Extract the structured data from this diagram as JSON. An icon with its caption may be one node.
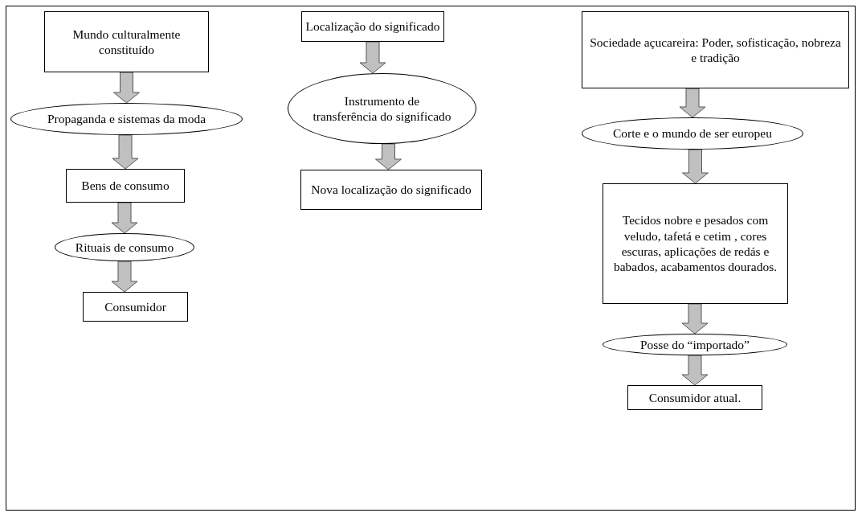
{
  "diagram": {
    "nodes": [
      {
        "text": [
          "Mundo culturalmente constituído"
        ]
      },
      {
        "text": [
          "Propaganda e sistemas da moda"
        ]
      },
      {
        "text": [
          "Bens de consumo"
        ]
      },
      {
        "text": [
          "Rituais de consumo"
        ]
      },
      {
        "text": [
          "Consumidor"
        ]
      },
      {
        "text": [
          "Localização do significado"
        ]
      },
      {
        "text": [
          "Instrumento de transferência do significado"
        ]
      },
      {
        "text": [
          "Nova localização do significado"
        ]
      },
      {
        "text": [
          "Sociedade açucareira: Poder, sofisticação, nobreza e tradição"
        ]
      },
      {
        "text": [
          "Corte e o mundo de ser europeu"
        ]
      },
      {
        "text": [
          "Tecidos nobre e pesados com veludo, tafetá e cetim , cores escuras, aplicações de redás e babados, acabamentos dourados."
        ]
      },
      {
        "text": [
          "Posse do “importado”"
        ]
      },
      {
        "text": [
          "Consumidor atual."
        ]
      }
    ],
    "edges": [
      {
        "from": 0,
        "to": 1,
        "arrow": "to",
        "style": "thick"
      },
      {
        "from": 1,
        "to": 2,
        "arrow": "to",
        "style": "thick"
      },
      {
        "from": 2,
        "to": 3,
        "arrow": "to",
        "style": "thick"
      },
      {
        "from": 3,
        "to": 4,
        "arrow": "to",
        "style": "thick"
      },
      {
        "from": 5,
        "to": 6,
        "arrow": "to",
        "style": "thick"
      },
      {
        "from": 6,
        "to": 7,
        "arrow": "to",
        "style": "thick"
      },
      {
        "from": 8,
        "to": 9,
        "arrow": "to",
        "style": "thick"
      },
      {
        "from": 9,
        "to": 10,
        "arrow": "to",
        "style": "thick"
      },
      {
        "from": 10,
        "to": 11,
        "arrow": "to",
        "style": "thick"
      },
      {
        "from": 11,
        "to": 12,
        "arrow": "to",
        "style": "thick"
      }
    ]
  }
}
